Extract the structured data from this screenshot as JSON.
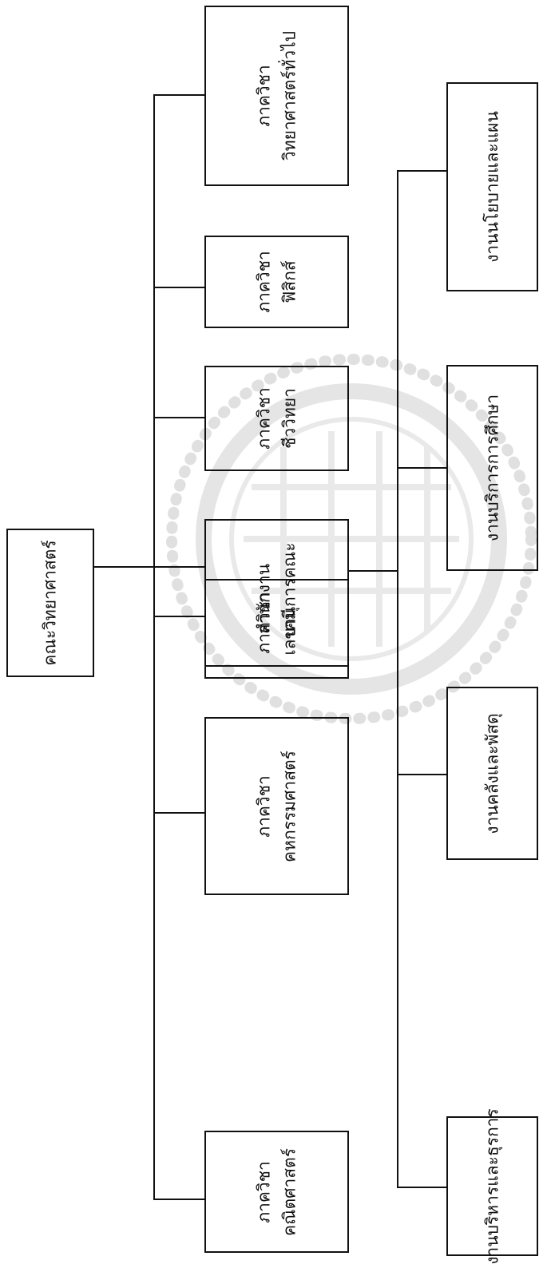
{
  "diagram": {
    "root": {
      "label": "คณะวิทยาศาสตร์"
    },
    "departments": [
      {
        "line1": "ภาควิชา",
        "line2": "วิทยาศาสตร์ทั่วไป"
      },
      {
        "line1": "ภาควิชา",
        "line2": "ฟิสิกส์"
      },
      {
        "line1": "ภาควิชา",
        "line2": "ชีววิทยา"
      },
      {
        "line1": "สำนักงาน",
        "line2": "เลขานุการคณะ"
      },
      {
        "line1": "ภาควิชา",
        "line2": "เคมี"
      },
      {
        "line1": "ภาควิชา",
        "line2": "คหกรรมศาสตร์"
      },
      {
        "line1": "ภาควิชา",
        "line2": "คณิตศาสตร์"
      }
    ],
    "office_units": [
      {
        "label": "งานนโยบายและแผน"
      },
      {
        "label": "งานบริการการศึกษา"
      },
      {
        "label": "งานคลังและพัสดุ"
      },
      {
        "label": "งานบริหารและธุรการ"
      }
    ]
  }
}
